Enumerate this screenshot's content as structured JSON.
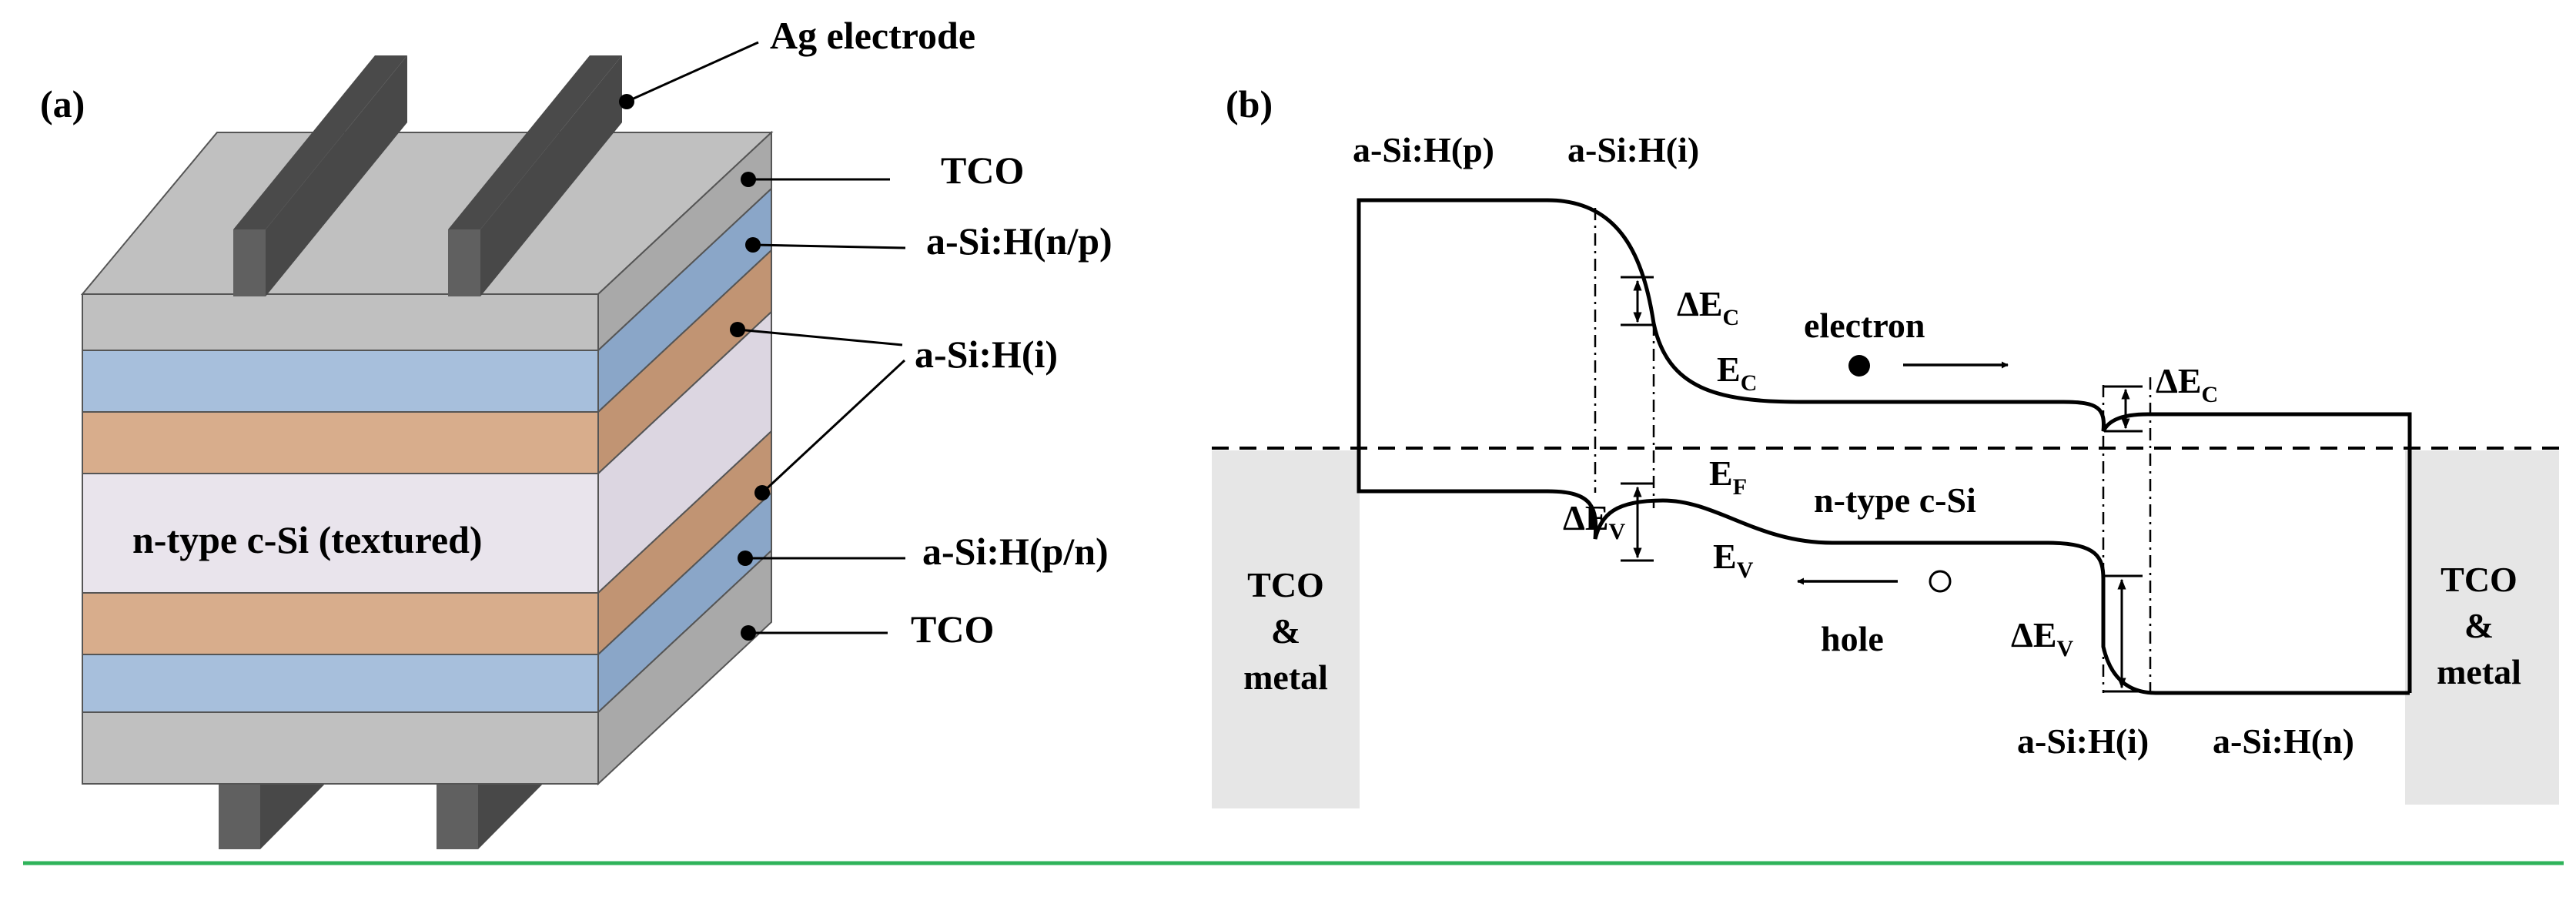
{
  "panel_a": {
    "panel_label": "(a)",
    "labels": {
      "ag_electrode": "Ag electrode",
      "tco_top": "TCO",
      "asih_np": "a-Si:H(n/p)",
      "asih_i": "a-Si:H(i)",
      "csi": "n-type c-Si (textured)",
      "asih_pn": "a-Si:H(p/n)",
      "tco_bottom": "TCO"
    },
    "colors": {
      "tco": "#c0c0c0",
      "tco_side": "#a9a9a9",
      "asih_doped": "#a7bfdc",
      "asih_doped_side": "#8aa6c8",
      "asih_intrinsic": "#d8ad8c",
      "asih_intrinsic_side": "#c19473",
      "csi": "#e9e4ec",
      "csi_side": "#dcd6e1",
      "electrode": "#606060",
      "electrode_dark": "#484848",
      "electrode_top": "#4a4a4a"
    }
  },
  "panel_b": {
    "panel_label": "(b)",
    "labels": {
      "asih_p": "a-Si:H(p)",
      "asih_i_left": "a-Si:H(i)",
      "delta_ec_left": "ΔE",
      "delta_ec_left_sub": "C",
      "electron": "electron",
      "ec": "E",
      "ec_sub": "C",
      "delta_ec_right": "ΔE",
      "delta_ec_right_sub": "C",
      "ef": "E",
      "ef_sub": "F",
      "csi": "n-type c-Si",
      "delta_ev_left": "ΔE",
      "delta_ev_left_sub": "V",
      "ev": "E",
      "ev_sub": "V",
      "hole": "hole",
      "delta_ev_right": "ΔE",
      "delta_ev_right_sub": "V",
      "tco_left_1": "TCO",
      "tco_left_2": "&",
      "tco_left_3": "metal",
      "tco_right_1": "TCO",
      "tco_right_2": "&",
      "tco_right_3": "metal",
      "asih_i_right": "a-Si:H(i)",
      "asih_n": "a-Si:H(n)"
    },
    "colors": {
      "contact_box": "#e6e6e6"
    }
  },
  "divider_color": "#2fb35a"
}
